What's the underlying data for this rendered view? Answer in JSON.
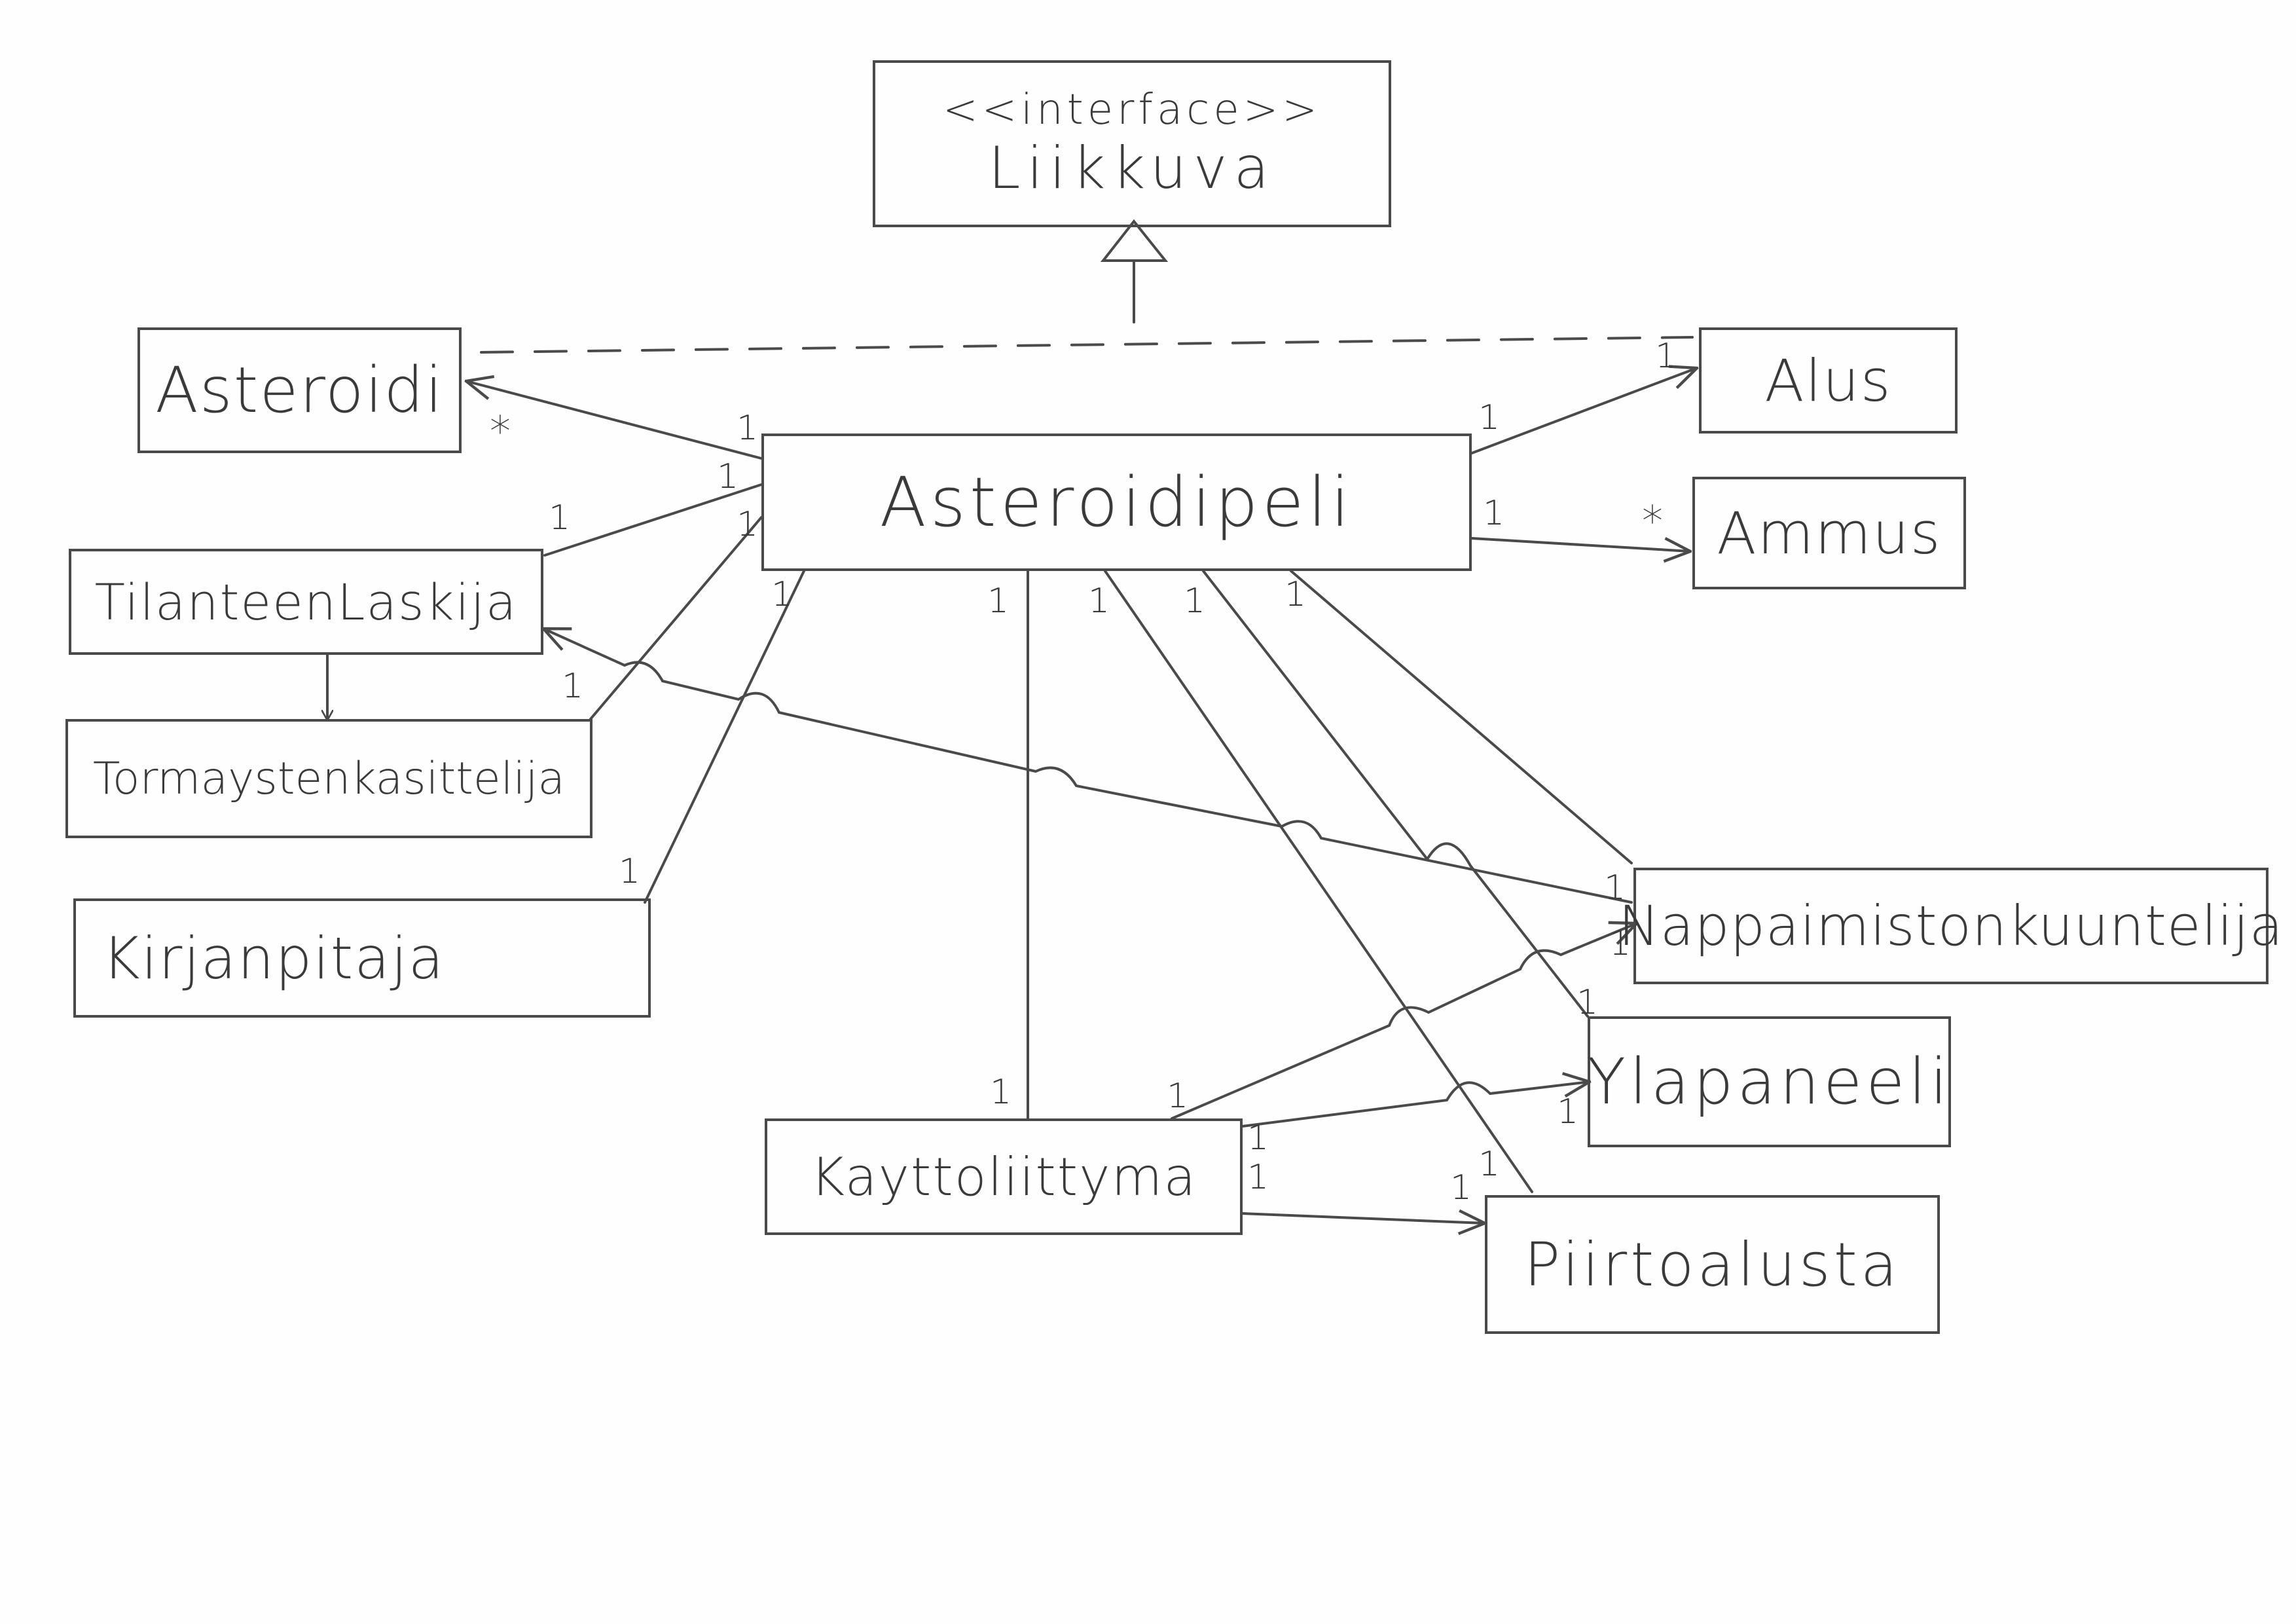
{
  "diagram": {
    "classes": {
      "liikkuva": {
        "stereotype": "<<interface>>",
        "name": "Liikkuva"
      },
      "asteroidi": "Asteroidi",
      "asteroidipeli": "Asteroidipeli",
      "alus": "Alus",
      "ammus": "Ammus",
      "tilanteenlaskija": "TilanteenLaskija",
      "tormaystenkasittelija": "Tormaystenkasittelija",
      "kirjanpitaja": "Kirjanpitaja",
      "nappaimistonkuuntelija": "Nappaimistonkuuntelija",
      "ylapaneeli": "Ylapaneeli",
      "kayttoliittyma": "Kayttoliittyma",
      "piirtoalusta": "Piirtoalusta"
    },
    "multiplicities": {
      "one": "1",
      "many": "*"
    }
  }
}
